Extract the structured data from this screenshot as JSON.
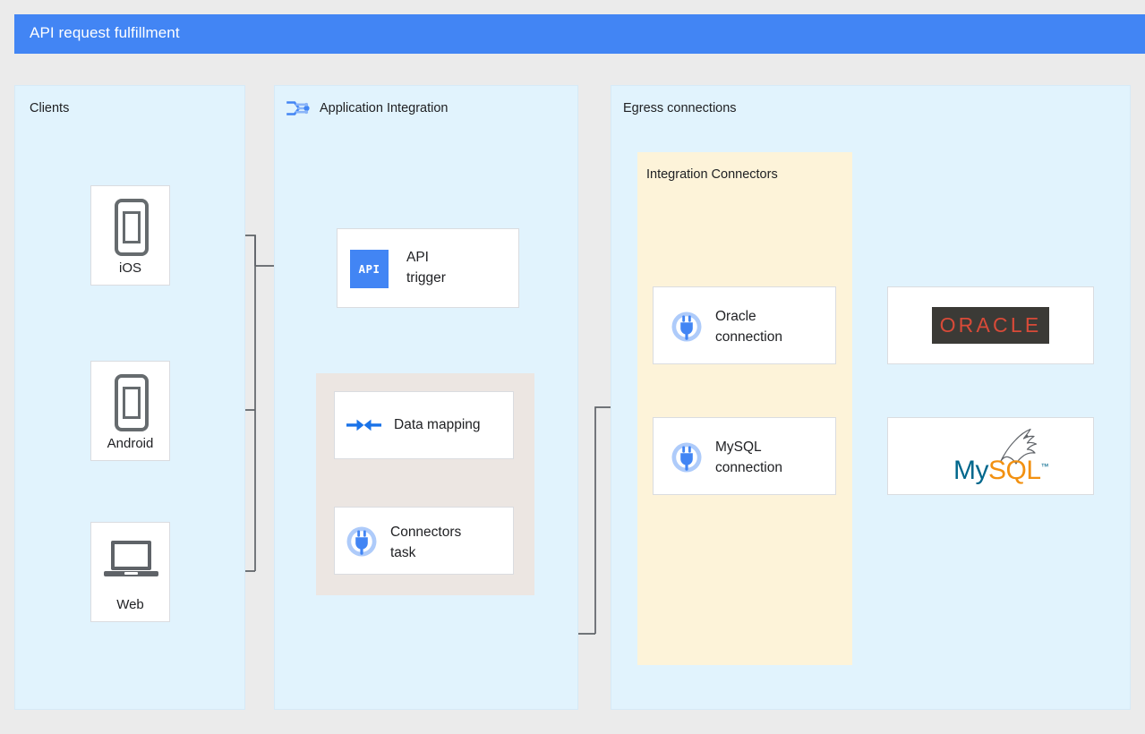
{
  "header": {
    "title": "API request fulfillment",
    "bar_color": "#4285f4"
  },
  "panels": {
    "clients": {
      "title": "Clients"
    },
    "application_integration": {
      "title": "Application Integration",
      "icon": "application-integration-icon"
    },
    "egress": {
      "title": "Egress connections"
    },
    "integration_connectors": {
      "title": "Integration Connectors",
      "fill": "#fdf3d9"
    }
  },
  "clients": {
    "devices": [
      {
        "label": "iOS",
        "icon": "mobile-phone-icon"
      },
      {
        "label": "Android",
        "icon": "mobile-phone-icon"
      },
      {
        "label": "Web",
        "icon": "laptop-icon"
      }
    ]
  },
  "integration_steps": [
    {
      "label": "API\ntrigger",
      "icon": "api-icon"
    },
    {
      "label": "Data mapping",
      "icon": "data-mapping-icon"
    },
    {
      "label": "Connectors\ntask",
      "icon": "connector-plug-icon"
    }
  ],
  "connections": [
    {
      "label": "Oracle\nconnection",
      "icon": "connector-plug-icon"
    },
    {
      "label": "MySQL\nconnection",
      "icon": "connector-plug-icon"
    }
  ],
  "backends": [
    {
      "name": "oracle-logo",
      "text": "ORACLE",
      "text_color": "#d84a38",
      "bg_color": "#3b3a36"
    },
    {
      "name": "mysql-logo",
      "text_primary": "My",
      "text_secondary": "SQL",
      "trademark": "™",
      "primary_color": "#00678c",
      "secondary_color": "#f29111"
    }
  ],
  "theme": {
    "panel_fill": "#e1f3fd",
    "group_fill": "#ece6e2",
    "card_fill": "#ffffff",
    "card_border": "#dadce0",
    "wire_color": "#5f6368",
    "page_bg": "#ebebeb",
    "accent_blue": "#4285f4"
  }
}
